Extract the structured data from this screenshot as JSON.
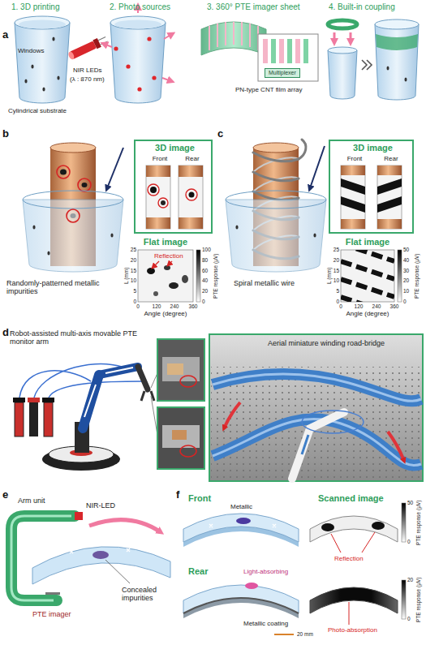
{
  "diagram": {
    "nodes": [
      {
        "text": [
          "Multiplexer"
        ]
      },
      {
        "text": [
          "3D image",
          "Front",
          "Rear"
        ]
      },
      {
        "text": [
          "3D image",
          "Front",
          "Rear"
        ]
      }
    ],
    "labels": [
      "a",
      "1. 3D printing",
      "2. Photo sources",
      "3. 360° PTE imager sheet",
      "4. Built-in coupling",
      "Windows",
      "NIR LEDs",
      "(λ : 870 nm)",
      "Cylindrical substrate",
      "PN-type CNT film array",
      "b",
      "Randomly-patterned metallic impurities",
      "Flat image",
      "Reflection",
      "L (mm)",
      "25",
      "20",
      "15",
      "10",
      "5",
      "0",
      "0",
      "120",
      "240",
      "360",
      "Angle (degree)",
      "PTE response (μV)",
      "100",
      "80",
      "60",
      "40",
      "20",
      "0",
      "c",
      "Spiral metallic wire",
      "Flat image",
      "L (mm)",
      "25",
      "20",
      "15",
      "10",
      "5",
      "0",
      "0",
      "120",
      "240",
      "360",
      "Angle (degree)",
      "PTE response (μV)",
      "50",
      "40",
      "30",
      "20",
      "10",
      "0",
      "d",
      "Robot-assisted multi-axis movable PTE monitor arm",
      "Aerial miniature winding road-bridge",
      "e",
      "Arm unit",
      "NIR-LED",
      "Concealed impurities",
      "PTE imager",
      "f",
      "Front",
      "Metallic",
      "Scanned image",
      "Reflection",
      "50",
      "0",
      "PTE response (μV)",
      "Rear",
      "Light-absorbing",
      "Metallic coating",
      "Photo-absorption",
      "20",
      "0",
      "PTE response (μV)",
      "20 mm"
    ]
  }
}
